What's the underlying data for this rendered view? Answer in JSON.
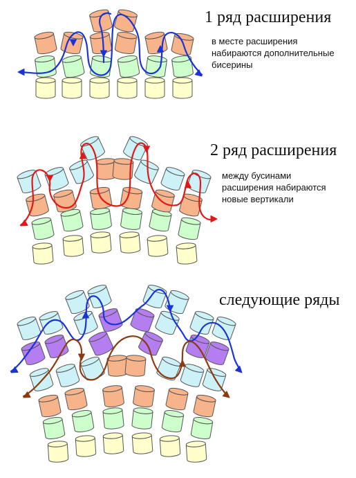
{
  "sections": [
    {
      "title": "1 ряд расширения",
      "note_lines": [
        "в месте расширения",
        "набираются дополнительные",
        "бисерины"
      ],
      "thread_color": "#1a33d6"
    },
    {
      "title": "2 ряд расширения",
      "note_lines": [
        "между бусинами",
        "расширения набираются",
        "новые вертикали"
      ],
      "thread_color": "#e01818"
    },
    {
      "title": "следующие ряды",
      "note_lines": [],
      "thread_color": "#1a33d6",
      "thread_color_2": "#8a3b12"
    }
  ],
  "bead_colors": {
    "yellow": "#ffffcc",
    "green": "#ccffcc",
    "orange": "#f7b38a",
    "cyan": "#ccf2f7",
    "purple": "#b47ef0"
  }
}
